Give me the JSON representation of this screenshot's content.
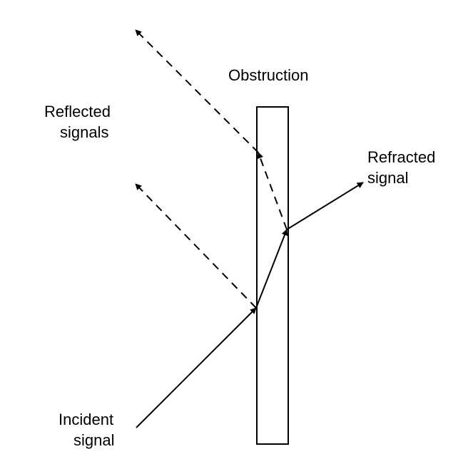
{
  "labels": {
    "obstruction": "Obstruction",
    "reflected_line1": "Reflected",
    "reflected_line2": "signals",
    "refracted_line1": "Refracted",
    "refracted_line2": "signal",
    "incident_line1": "Incident",
    "incident_line2": "signal"
  },
  "colors": {
    "stroke": "#000000",
    "background": "#ffffff"
  }
}
